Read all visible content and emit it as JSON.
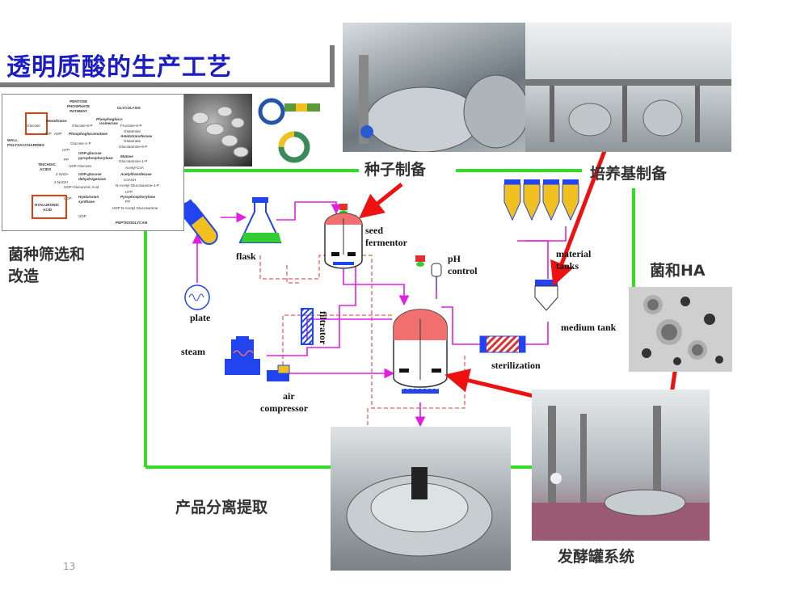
{
  "slide": {
    "title": "透明质酸的生产工艺",
    "page_number": "13"
  },
  "captions": {
    "strain": "菌种筛选和\n改造",
    "seed": "种子制备",
    "medium": "培养基制备",
    "bacteria_ha": "菌和HA",
    "separation": "产品分离提取",
    "fermenter_system": "发酵罐系统"
  },
  "diagram_labels": {
    "flask": "flask",
    "plate": "plate",
    "steam": "steam",
    "air": "air",
    "compressor": "compressor",
    "filtrator": "filtrator",
    "seed": "seed",
    "fermentor": "fermentor",
    "ph": "pH",
    "control": "control",
    "material": "material",
    "tanks": "tanks",
    "medium_tank": "medium tank",
    "sterilization": "sterilization"
  },
  "pathway": {
    "pentose": "PENTOSE",
    "phosphate": "PHOSPHATE",
    "pathway": "PATHWAY",
    "glycolysis": "GLYCOLYSIS",
    "glucose": "Glucose",
    "hexokinase": "Hexokinase",
    "g6p": "Glucose-6-P",
    "phosphogluco": "Phosphogluco-",
    "isomerase": "isomerase",
    "f6p": "Fructose-6-P",
    "atp": "ATP",
    "adp": "ADP",
    "glutamine": "Glutamine",
    "amidotransferase": "Amidotransferase",
    "phosphoglucomutase": "Phosphoglucomutase",
    "glutamate": "Glutamate",
    "wall": "WALL",
    "polysaccharides": "POLYSACCHARIDES",
    "g1p": "Glucose-1-P",
    "glucosamine6p": "Glucosamine-6-P",
    "utp": "UTP",
    "udp_glc_pp": "UDP-glucose",
    "pyrophosphorylase": "pyrophosphorylase",
    "mutase": "Mutase",
    "pp": "PP",
    "glucosamine1p": "Glucosamine-1-P",
    "teichoic": "TEICHOIC",
    "acids": "ACIDS",
    "udp_glucose": "UDP-Glucose",
    "acetyl_coa": "Acetyl-CoA",
    "udp_glc_dh": "UDP-glucose",
    "dehydrogenase": "dehydrogenase",
    "acetyltransferase": "Acetyltransferase",
    "nad": "2 NAD+",
    "coash": "CoASH",
    "nadh": "2 NADH",
    "nacetyl_g1p": "N-Acetyl Glucosamine-1-P",
    "udp_gluc_acid": "UDP-Glucuronic Acid",
    "utp2": "UTP",
    "udp": "UDP",
    "hyaluronan": "Hyaluronan",
    "synthase": "synthase",
    "pyrophosphorylase2": "Pyrophosphorylase",
    "pp2": "PP",
    "hyaluronic": "HYALURONIC",
    "acid": "ACID",
    "udp_nacetyl": "UDP N-Acetyl Glucosamine",
    "udp2": "UDP",
    "peptidoglycan": "PEPTIDOGLYCAN"
  },
  "colors": {
    "title": "#1c1cc4",
    "green_line": "#33dd22",
    "magenta": "#e020e0",
    "red_dash": "#e03030",
    "red_arrow": "#ee1111",
    "blue_equipment": "#2244ee",
    "yellow": "#f0c020",
    "pink": "#f07070"
  }
}
